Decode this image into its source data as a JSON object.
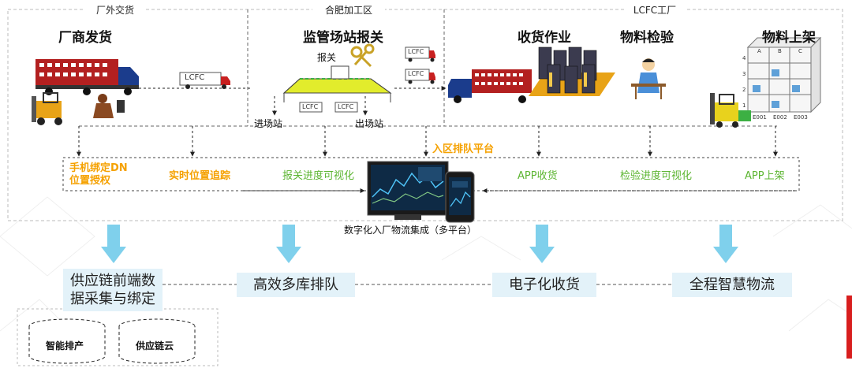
{
  "zones": {
    "outside": "厂外交货",
    "hefei": "合肥加工区",
    "factory": "LCFC工厂"
  },
  "stages": {
    "supplier_ship": "厂商发货",
    "customs": "监管场站报关",
    "receiving": "收货作业",
    "inspection": "物料检验",
    "shelving": "物料上架"
  },
  "labels": {
    "customs_tag": "报关",
    "truck_logo": "LCFC",
    "enter_station": "进场站",
    "exit_station": "出场站",
    "queue_platform": "入区排队平台",
    "shelf_codes": [
      "E001",
      "E002",
      "E003"
    ],
    "shelf_cols": [
      "A",
      "B",
      "C"
    ],
    "shelf_rows": [
      "4",
      "3",
      "2",
      "1"
    ]
  },
  "capabilities": [
    {
      "text": "手机绑定DN\n位置授权",
      "style": "orange"
    },
    {
      "text": "实时位置追踪",
      "style": "orange"
    },
    {
      "text": "报关进度可视化",
      "style": "green"
    },
    {
      "text": "APP收货",
      "style": "green"
    },
    {
      "text": "检验进度可视化",
      "style": "green"
    },
    {
      "text": "APP上架",
      "style": "green"
    }
  ],
  "platform_caption": "数字化入厂物流集成（多平台）",
  "outcomes": [
    "供应链前端数\n据采集与绑定",
    "高效多库排队",
    "电子化收货",
    "全程智慧物流"
  ],
  "databases": [
    "智能排产",
    "供应链云"
  ],
  "colors": {
    "orange": "#f5a100",
    "green": "#5cb531",
    "arrow_blue": "#7fd0ec",
    "outcome_bg": "#e3f2f9",
    "accent_red": "#d81e1e"
  }
}
